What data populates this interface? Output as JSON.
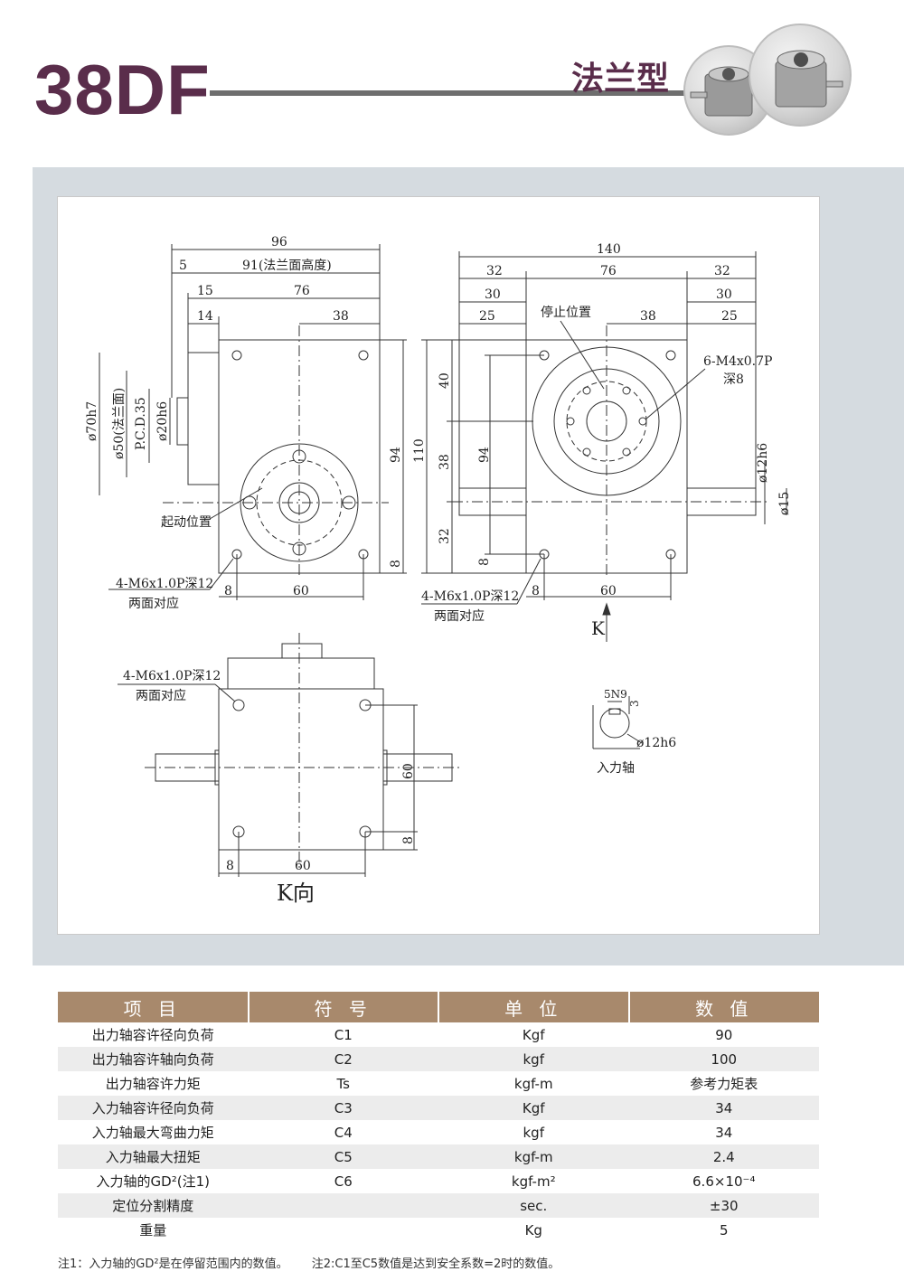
{
  "header": {
    "model": "38DF",
    "type_label": "法兰型"
  },
  "drawing_labels": {
    "d96": "96",
    "d91": "91(法兰面高度)",
    "d5": "5",
    "d15": "15",
    "d76a": "76",
    "d14": "14",
    "d38a": "38",
    "d70h7": "ø70h7",
    "d50": "ø50(法兰面)",
    "pcd": "P.C.D.35",
    "d20h6": "ø20h6",
    "d94a": "94",
    "d8a": "8",
    "start_pos": "起动位置",
    "hole_a1": "4-M6x1.0P深12",
    "hole_a2": "两面对应",
    "d8b": "8",
    "d60a": "60",
    "d140": "140",
    "d32a": "32",
    "d76b": "76",
    "d32b": "32",
    "d30a": "30",
    "d30b": "30",
    "d25a": "25",
    "d25b": "25",
    "stop_pos": "停止位置",
    "d38b": "38",
    "tap1": "6-M4x0.7P",
    "tap2": "深8",
    "d40": "40",
    "d110": "110",
    "d38c": "38",
    "d94b": "94",
    "d32c": "32",
    "d8c": "8",
    "d12h6a": "ø12h6",
    "d15b": "ø15",
    "hole_b1": "4-M6x1.0P深12",
    "hole_b2": "两面对应",
    "d8d": "8",
    "d60b": "60",
    "k_arrow": "K",
    "hole_c1": "4-M6x1.0P深12",
    "hole_c2": "两面对应",
    "d60c": "60",
    "d8e": "8",
    "d8f": "8",
    "d60d": "60",
    "k_view": "K向",
    "key_5n9": "5N9",
    "key_3": "3",
    "key_d12h6": "ø12h6",
    "input_shaft": "入力轴"
  },
  "table": {
    "headers": [
      "项 目",
      "符 号",
      "单 位",
      "数 值"
    ],
    "rows": [
      [
        "出力轴容许径向负荷",
        "C1",
        "Kgf",
        "90"
      ],
      [
        "出力轴容许轴向负荷",
        "C2",
        "kgf",
        "100"
      ],
      [
        "出力轴容许力矩",
        "Ts",
        "kgf-m",
        "参考力矩表"
      ],
      [
        "入力轴容许径向负荷",
        "C3",
        "Kgf",
        "34"
      ],
      [
        "入力轴最大弯曲力矩",
        "C4",
        "kgf",
        "34"
      ],
      [
        "入力轴最大扭矩",
        "C5",
        "kgf-m",
        "2.4"
      ],
      [
        "入力轴的GD²(注1)",
        "C6",
        "kgf-m²",
        "6.6×10⁻⁴"
      ],
      [
        "定位分割精度",
        "",
        "sec.",
        "±30"
      ],
      [
        "重量",
        "",
        "Kg",
        "5"
      ]
    ]
  },
  "notes": [
    "注1：入力轴的GD²是在停留范围内的数值。",
    "注2:C1至C5数值是达到安全系数=2时的数值。"
  ],
  "colors": {
    "brand": "#5a2d4b",
    "table_header": "#a8896c",
    "panel": "#d5dbe0"
  }
}
